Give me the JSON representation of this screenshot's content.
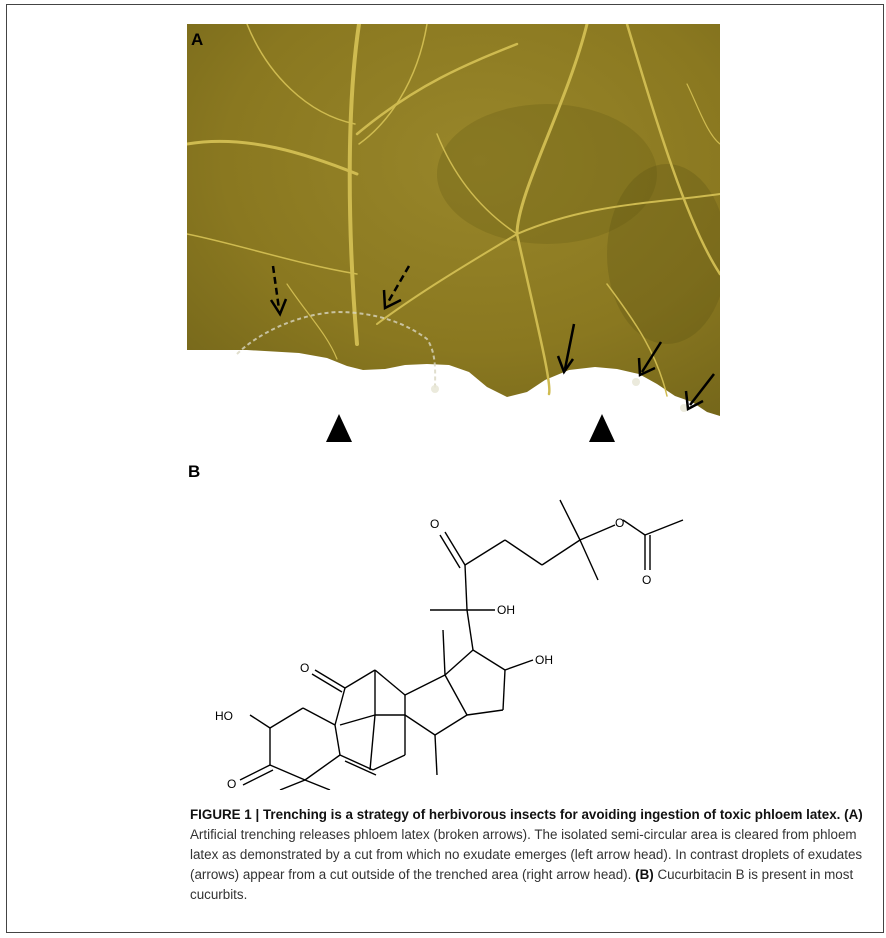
{
  "panels": {
    "a_label": "A",
    "b_label": "B"
  },
  "structure_labels": {
    "o_ketone_top": "O",
    "oh_side": "OH",
    "o_ester": "O",
    "o_acetyl": "O",
    "o_ketone_ring": "O",
    "oh_d_ring": "OH",
    "ho_a_ring": "HO",
    "o_a_ring": "O"
  },
  "caption": {
    "figure_number": "FIGURE 1 |",
    "title": "Trenching is a strategy of herbivorous insects for avoiding ingestion of toxic phloem latex.",
    "a_ref": "(A)",
    "a_text": "Artificial trenching releases phloem latex (broken arrows). The isolated semi-circular area is cleared from phloem latex as demonstrated by a cut from which no exudate emerges (left arrow head). In contrast droplets of exudates (arrows) appear from a cut outside of the trenched area (right arrow head).",
    "b_ref": "(B)",
    "b_text": "Cucurbitacin B is present in most cucurbits."
  },
  "colors": {
    "leaf_base": "#8c7a1e",
    "leaf_dark": "#5f5514",
    "vein": "#d1bd52",
    "text": "#333333"
  }
}
